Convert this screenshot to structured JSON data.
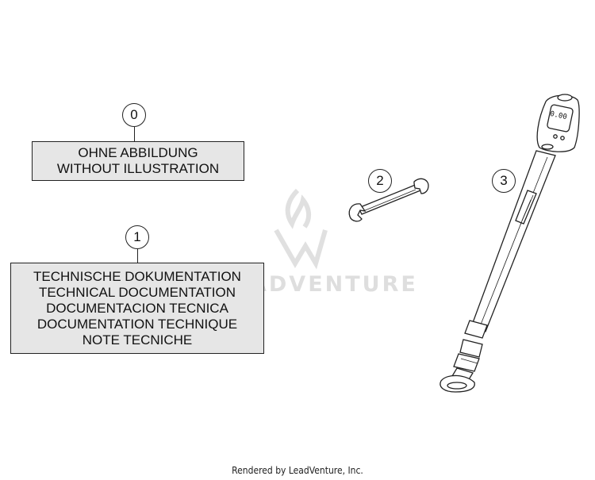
{
  "callouts": {
    "c0": "0",
    "c1": "1",
    "c2": "2",
    "c3": "3"
  },
  "box0": {
    "line1": "OHNE ABBILDUNG",
    "line2": "WITHOUT ILLUSTRATION"
  },
  "box1": {
    "line1": "TECHNISCHE DOKUMENTATION",
    "line2": "TECHNICAL DOCUMENTATION",
    "line3": "DOCUMENTACION TECNICA",
    "line4": "DOCUMENTATION TECHNIQUE",
    "line5": "NOTE TECNICHE"
  },
  "gauge_display": "0.00",
  "watermark": "ADVENTURE",
  "footer": "Rendered by LeadVenture, Inc.",
  "colors": {
    "label_box_fill": "#e6e6e6",
    "line": "#222222",
    "watermark": "#dedede"
  }
}
